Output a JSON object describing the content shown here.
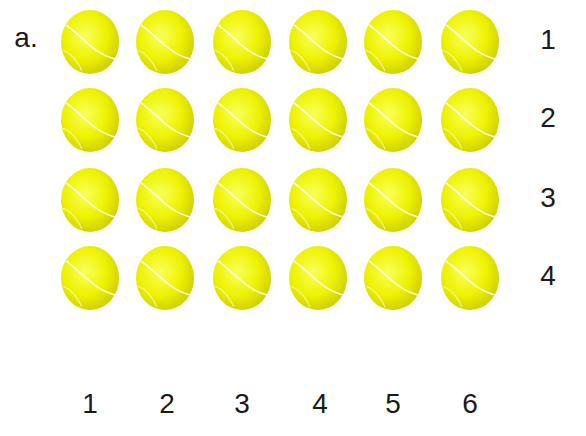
{
  "diagram": {
    "labels": [
      "a.",
      "1",
      "2",
      "3",
      "4",
      "1",
      "2",
      "3",
      "4",
      "5",
      "6"
    ]
  }
}
